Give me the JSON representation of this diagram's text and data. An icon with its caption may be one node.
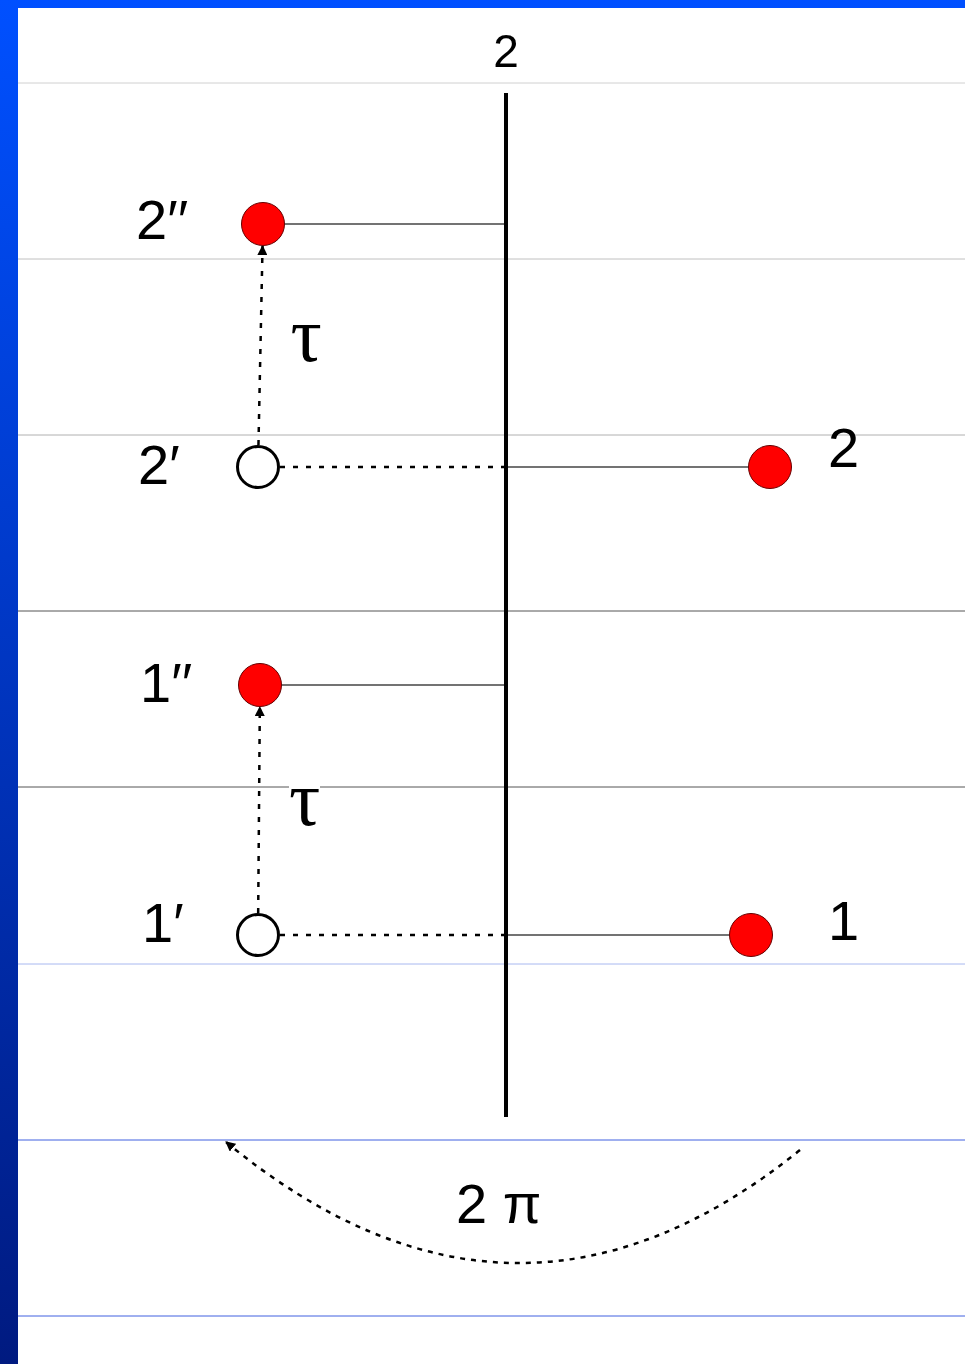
{
  "diagram": {
    "nodes": [
      {
        "text": [
          "2"
        ]
      },
      {
        "text": [],
        "shape": "circle",
        "beside": [
          "2′′"
        ]
      },
      {
        "text": [],
        "shape": "circle",
        "beside": [
          "2′"
        ]
      },
      {
        "text": [],
        "shape": "circle",
        "beside": [
          "2"
        ]
      },
      {
        "text": [],
        "shape": "circle",
        "beside": [
          "1′′"
        ]
      },
      {
        "text": [],
        "shape": "circle",
        "beside": [
          "1′"
        ]
      },
      {
        "text": [],
        "shape": "circle",
        "beside": [
          "1"
        ]
      }
    ],
    "edges": [
      {
        "from": 1,
        "to": 0,
        "arrow": "none"
      },
      {
        "from": 2,
        "to": 0,
        "arrow": "none",
        "style": "dashed"
      },
      {
        "from": 0,
        "to": 3,
        "arrow": "none"
      },
      {
        "from": 2,
        "to": 1,
        "arrow": "to",
        "style": "dashed",
        "label": "τ"
      },
      {
        "from": 4,
        "to": 0,
        "arrow": "none"
      },
      {
        "from": 5,
        "to": 0,
        "arrow": "none",
        "style": "dashed"
      },
      {
        "from": 0,
        "to": 6,
        "arrow": "none"
      },
      {
        "from": 5,
        "to": 4,
        "arrow": "to",
        "style": "dashed",
        "label": "τ"
      }
    ],
    "labels": [
      "2 π"
    ]
  }
}
